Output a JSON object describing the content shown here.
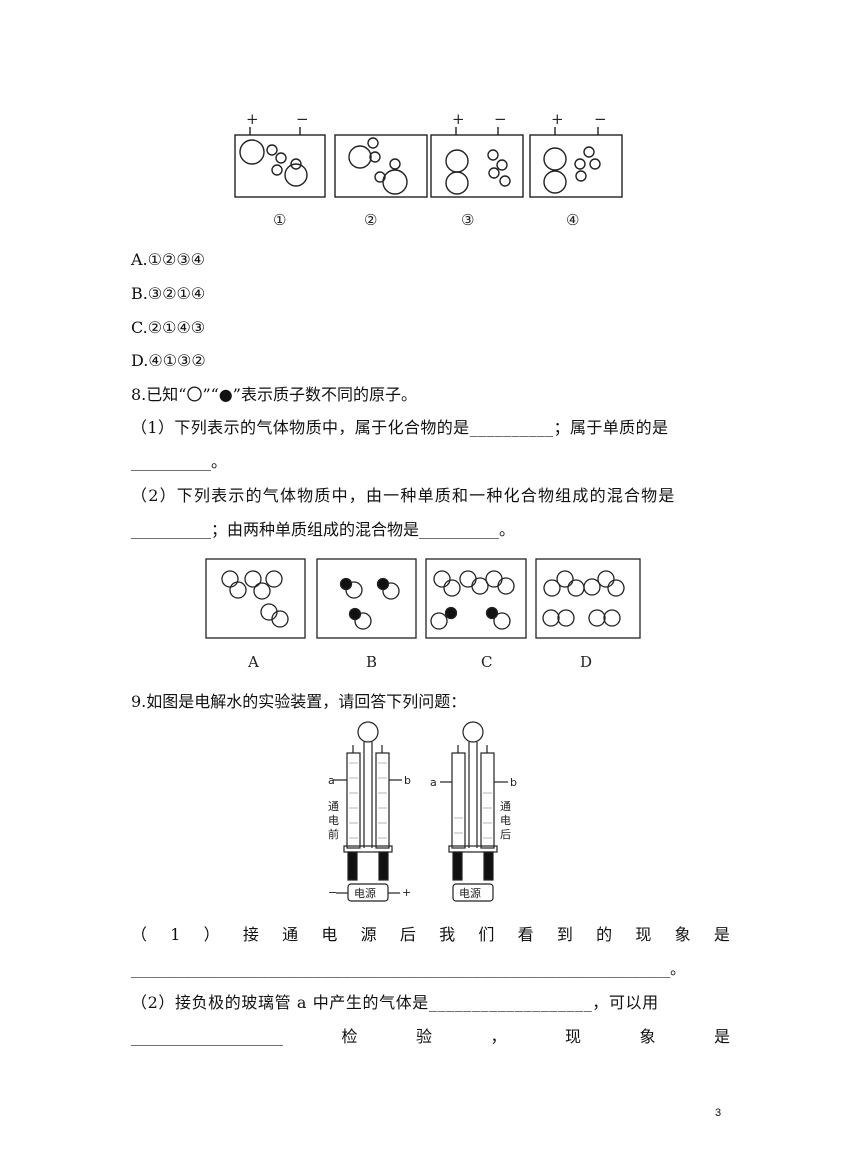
{
  "figure1": {
    "labels": [
      "①",
      "②",
      "③",
      "④"
    ],
    "plus": "+",
    "minus": "−"
  },
  "options": [
    {
      "label": "A.①②③④"
    },
    {
      "label": "B.③②①④"
    },
    {
      "label": "C.②①④③"
    },
    {
      "label": "D.④①③②"
    }
  ],
  "q8": {
    "stem": "8.已知“〇”“●”表示质子数不同的原子。",
    "p1_line1": "（1）下列表示的气体物质中，属于化合物的是__________；属于单质的是",
    "p1_line2": "__________。",
    "p2_line1": "（2）下列表示的气体物质中，由一种单质和一种化合物组成的混合物是",
    "p2_line2": "__________；由两种单质组成的混合物是__________。"
  },
  "figure2": {
    "labels": [
      "A",
      "B",
      "C",
      "D"
    ]
  },
  "q9": {
    "stem": "9.如图是电解水的实验装置，请回答下列问题：",
    "p1_chars": [
      "（",
      "1",
      "）",
      "接",
      "通",
      "电",
      "源",
      "后",
      "我",
      "们",
      "看",
      "到",
      "的",
      "现",
      "象",
      "是"
    ],
    "p1_line2": "_______________________________________________________________________。",
    "p2_line1": "（2）接负极的玻璃管 a 中产生的气体是___________________，可以用",
    "p2_chars": [
      "___________________",
      "检",
      "验",
      "，",
      "现",
      "象",
      "是"
    ]
  },
  "figure3": {
    "left": {
      "a": "a",
      "b": "b",
      "side": [
        "通",
        "电",
        "前"
      ],
      "power": "电源",
      "neg": "−",
      "pos": "+"
    },
    "right": {
      "a": "a",
      "b": "b",
      "side": [
        "通",
        "电",
        "后"
      ],
      "power": "电源"
    }
  },
  "page_number": "3"
}
